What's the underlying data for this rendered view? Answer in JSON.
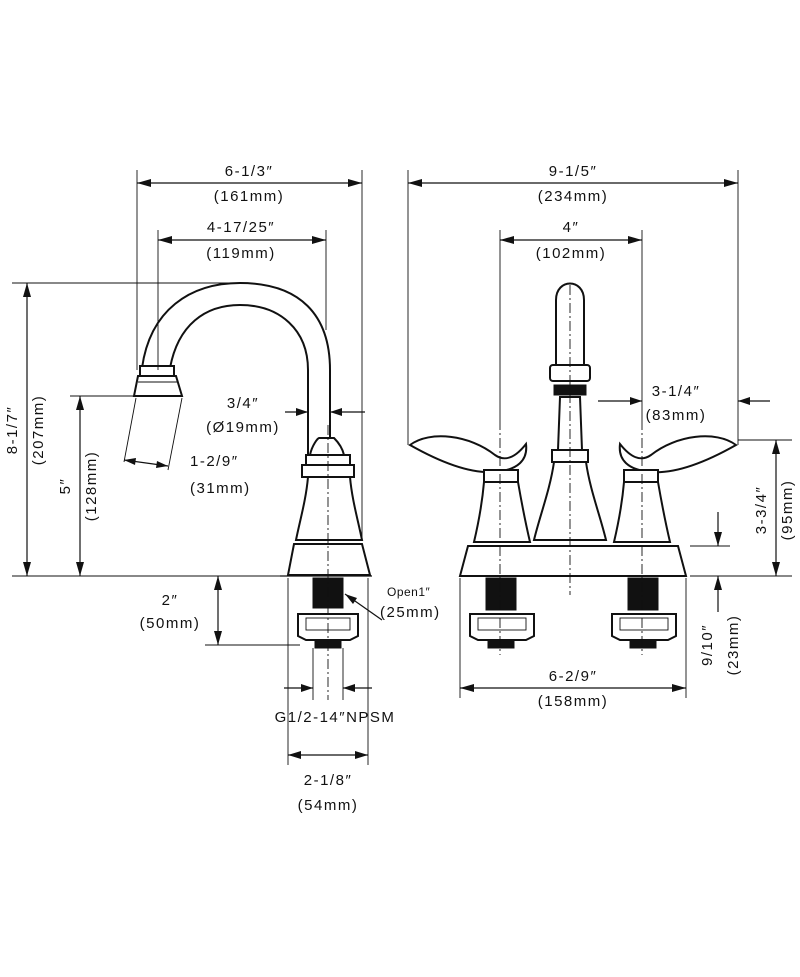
{
  "side_view": {
    "overall_width": {
      "imperial": "6-1/3″",
      "metric": "(161mm)"
    },
    "spout_reach": {
      "imperial": "4-17/25″",
      "metric": "(119mm)"
    },
    "spout_diameter": {
      "imperial": "3/4″",
      "metric": "(Ø19mm)"
    },
    "aerator": {
      "imperial": "1-2/9″",
      "metric": "(31mm)"
    },
    "overall_height": {
      "imperial": "8-1/7″",
      "metric": "(207mm)"
    },
    "spout_height": {
      "imperial": "5″",
      "metric": "(128mm)"
    },
    "shank_length": {
      "imperial": "2″",
      "metric": "(50mm)"
    },
    "deck_opening": {
      "label": "Open1″",
      "metric": "(25mm)"
    },
    "thread": {
      "label": "G1/2-14″NPSM"
    },
    "base_width": {
      "imperial": "2-1/8″",
      "metric": "(54mm)"
    }
  },
  "front_view": {
    "overall_width": {
      "imperial": "9-1/5″",
      "metric": "(234mm)"
    },
    "center_spread": {
      "imperial": "4″",
      "metric": "(102mm)"
    },
    "handle_reach": {
      "imperial": "3-1/4″",
      "metric": "(83mm)"
    },
    "handle_height": {
      "imperial": "3-3/4″",
      "metric": "(95mm)"
    },
    "base_length": {
      "imperial": "6-2/9″",
      "metric": "(158mm)"
    },
    "nut_height": {
      "imperial": "9/10″",
      "metric": "(23mm)"
    }
  }
}
